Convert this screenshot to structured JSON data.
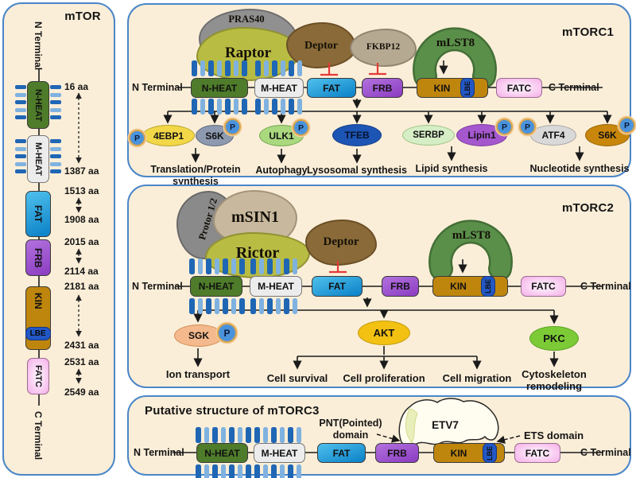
{
  "palette": {
    "panel_bg": "#fbeed8",
    "panel_border": "#4a86c8",
    "nheat_green": "#4e7c2a",
    "mheat_gray": "#ececec",
    "fat_blue": "#1f97d6",
    "frb_purple": "#9c50cc",
    "kin_gold": "#bf860d",
    "lbe_blue": "#2257c5",
    "fatc_pink": "#f5aee8",
    "heat_repeat_dark": "#1f66b5",
    "heat_repeat_light": "#7fb2e0",
    "inhibition_red": "#e53935",
    "phospho_badge_blue": "#4a93dc",
    "phospho_ring_orange": "#daa54f",
    "mlst8_green": "#5a8f4a",
    "raptor_olive": "#b9bc43",
    "deptor_brown": "#8a6a38",
    "pras40_gray": "#909090"
  },
  "mtor_panel": {
    "title": "mTOR",
    "n_terminal": "N Terminal",
    "c_terminal": "C Terminal",
    "domains": {
      "nheat": "N-HEAT",
      "mheat": "M-HEAT",
      "fat": "FAT",
      "frb": "FRB",
      "kin": "KIN",
      "lbe": "LBE",
      "fatc": "FATC"
    },
    "aa": [
      "16 aa",
      "1387 aa",
      "1513 aa",
      "1908 aa",
      "2015 aa",
      "2114 aa",
      "2181 aa",
      "2431 aa",
      "2531 aa",
      "2549 aa"
    ]
  },
  "mtorc1": {
    "title": "mTORC1",
    "n_terminal": "N Terminal",
    "c_terminal": "C Terminal",
    "blobs": {
      "pras40": "PRAS40",
      "raptor": "Raptor",
      "deptor": "Deptor",
      "fkbp12": "FKBP12",
      "mlst8": "mLST8"
    },
    "domains": {
      "nheat": "N-HEAT",
      "mheat": "M-HEAT",
      "fat": "FAT",
      "frb": "FRB",
      "kin": "KIN",
      "lbe": "LBE",
      "fatc": "FATC"
    },
    "p": "P",
    "effectors": {
      "e4ebp1": "4EBP1",
      "s6k": "S6K",
      "ulk1": "ULK1",
      "tfeb": "TFEB",
      "serbp": "SERBP",
      "lipin1": "Lipin1",
      "atf4": "ATF4",
      "s6k_2": "S6K"
    },
    "outcomes": {
      "translation_1": "Translation/Protein",
      "translation_2": "synthesis",
      "autophagy": "Autophagy",
      "lysosomal": "Lysosomal synthesis",
      "lipid": "Lipid synthesis",
      "nucleotide": "Nucleotide synthesis"
    }
  },
  "mtorc2": {
    "title": "mTORC2",
    "n_terminal": "N Terminal",
    "c_terminal": "C Terminal",
    "blobs": {
      "protor": "Protor 1/2",
      "msin1": "mSIN1",
      "rictor": "Rictor",
      "deptor": "Deptor",
      "mlst8": "mLST8"
    },
    "domains": {
      "nheat": "N-HEAT",
      "mheat": "M-HEAT",
      "fat": "FAT",
      "frb": "FRB",
      "kin": "KIN",
      "lbe": "LBE",
      "fatc": "FATC"
    },
    "p": "P",
    "effectors": {
      "sgk": "SGK",
      "akt": "AKT",
      "pkc": "PKC"
    },
    "outcomes": {
      "ion": "Ion transport",
      "survival": "Cell survival",
      "proliferation": "Cell proliferation",
      "migration": "Cell migration",
      "cytoskeleton_1": "Cytoskeleton",
      "cytoskeleton_2": "remodeling"
    }
  },
  "mtorc3": {
    "title": "Putative structure of mTORC3",
    "n_terminal": "N Terminal",
    "c_terminal": "C Terminal",
    "domains": {
      "nheat": "N-HEAT",
      "mheat": "M-HEAT",
      "fat": "FAT",
      "frb": "FRB",
      "kin": "KIN",
      "lbe": "LBE",
      "fatc": "FATC"
    },
    "etv7": "ETV7",
    "pnt_1": "PNT(Pointed)",
    "pnt_2": "domain",
    "ets": "ETS domain"
  }
}
